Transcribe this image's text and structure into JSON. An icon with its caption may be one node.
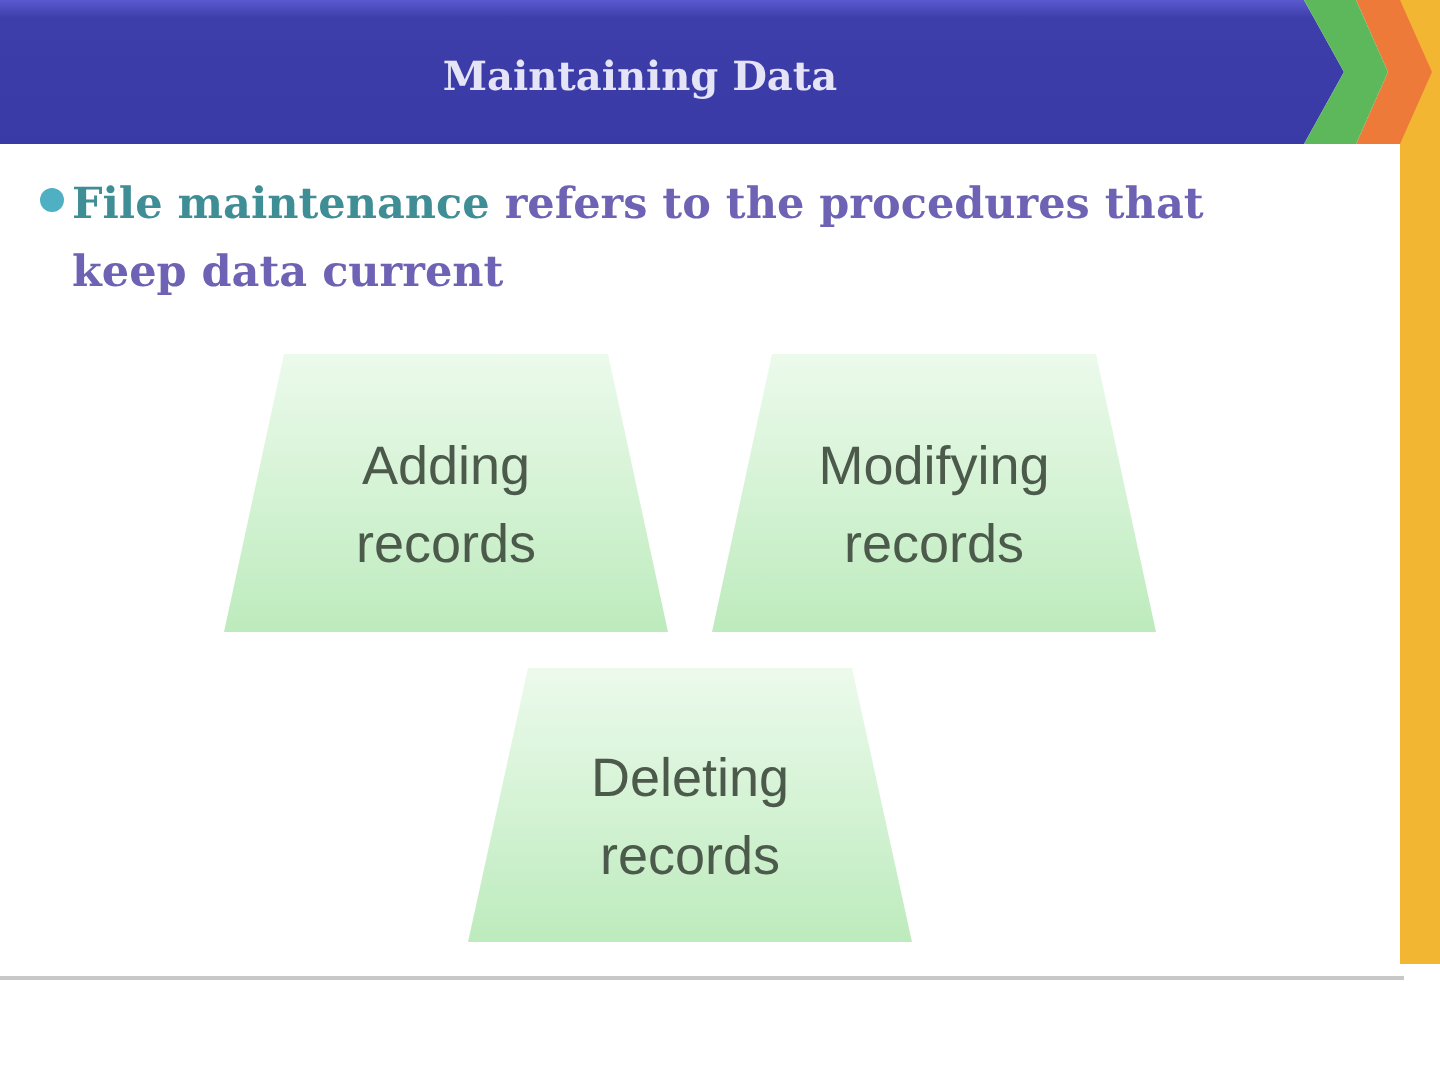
{
  "diagram": {
    "title": "Maintaining Data",
    "nodes": [
      {
        "text": [
          "Adding records"
        ]
      },
      {
        "text": [
          "Modifying records"
        ]
      },
      {
        "text": [
          "Deleting records"
        ]
      }
    ],
    "labels": [
      "**File maintenance** refers to the procedures that keep data current"
    ]
  }
}
